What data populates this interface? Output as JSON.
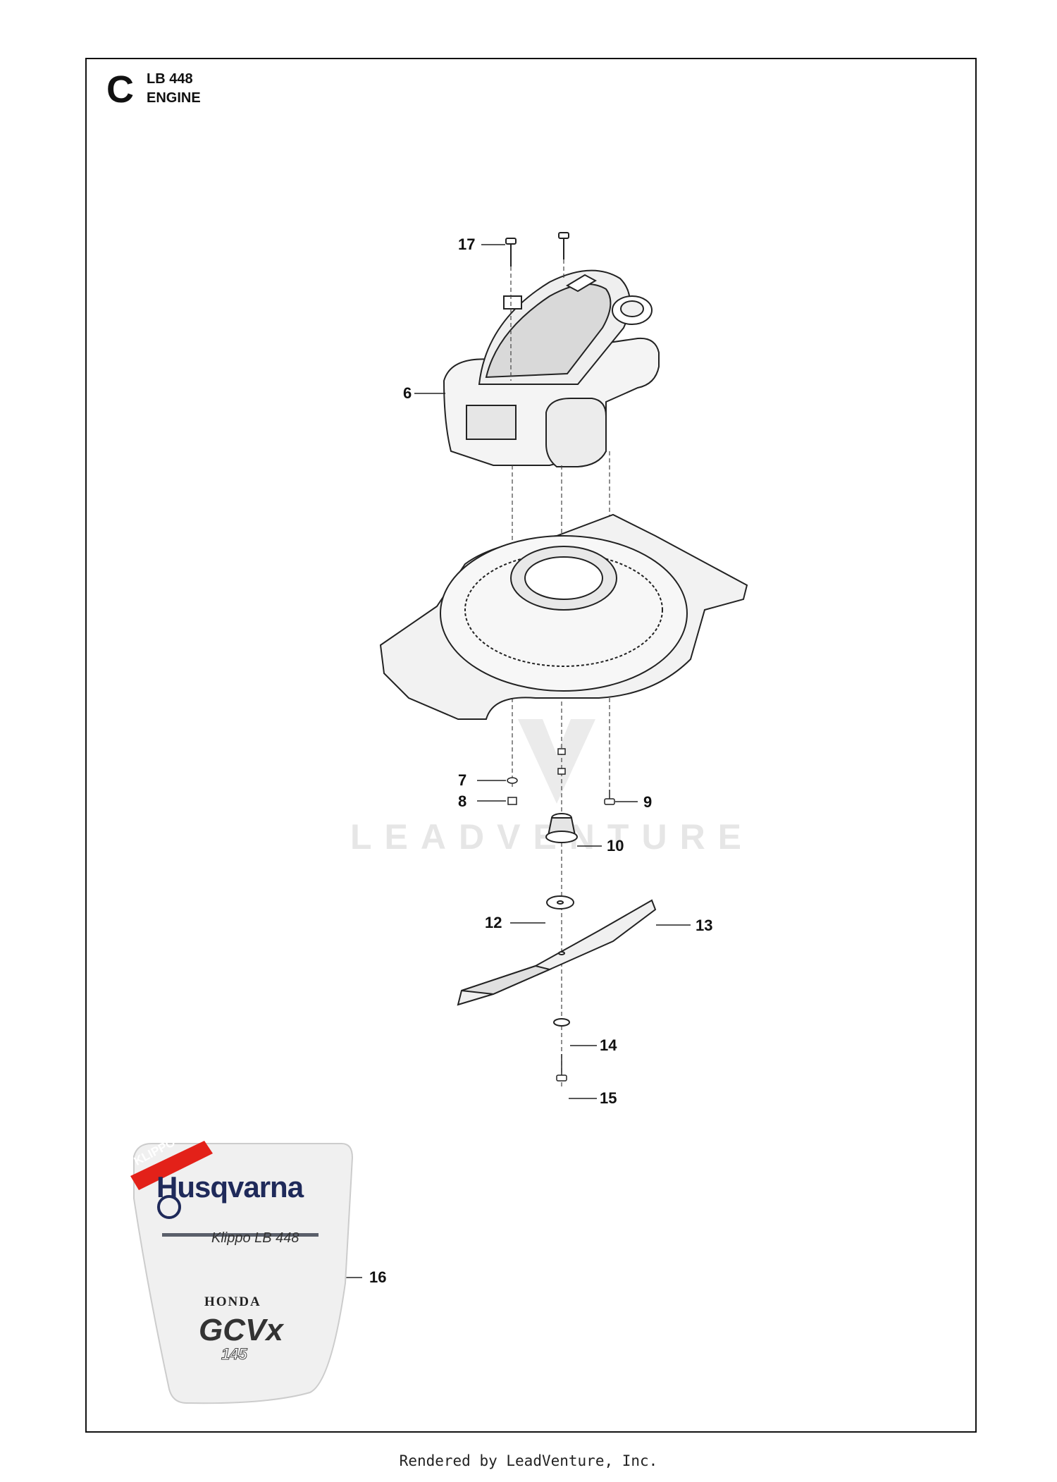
{
  "section": {
    "letter": "C",
    "model": "LB 448",
    "name": "ENGINE"
  },
  "callouts": [
    {
      "id": "17",
      "label": "17"
    },
    {
      "id": "6",
      "label": "6"
    },
    {
      "id": "7",
      "label": "7"
    },
    {
      "id": "8",
      "label": "8"
    },
    {
      "id": "9",
      "label": "9"
    },
    {
      "id": "10",
      "label": "10"
    },
    {
      "id": "12",
      "label": "12"
    },
    {
      "id": "13",
      "label": "13"
    },
    {
      "id": "14",
      "label": "14"
    },
    {
      "id": "15",
      "label": "15"
    },
    {
      "id": "16",
      "label": "16"
    }
  ],
  "decal": {
    "ribbon": "KLIPPO",
    "brand": "Husqvarna",
    "model": "Klippo LB 448",
    "engine_brand": "HONDA",
    "engine_model": "GCVx",
    "engine_cc": "145",
    "ribbon_color": "#e32119",
    "brand_color": "#1f2a5a"
  },
  "watermark": "LEADVENTURE",
  "footer": "Rendered by LeadVenture, Inc."
}
